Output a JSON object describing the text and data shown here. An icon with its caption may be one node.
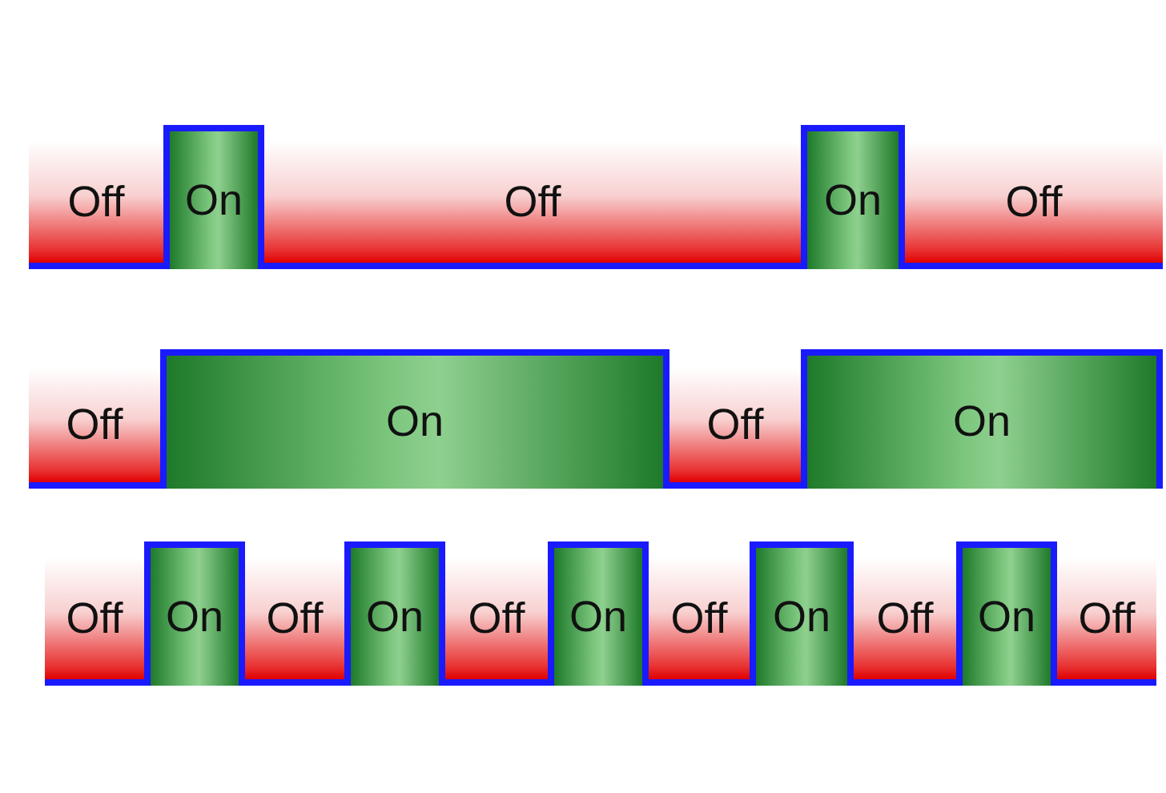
{
  "diagram": {
    "nodes": [
      {
        "text": [
          "Off"
        ]
      },
      {
        "text": [
          "On"
        ]
      },
      {
        "text": [
          "Off"
        ]
      },
      {
        "text": [
          "On"
        ]
      },
      {
        "text": [
          "Off"
        ]
      },
      {
        "text": [
          "Off"
        ]
      },
      {
        "text": [
          "On"
        ]
      },
      {
        "text": [
          "Off"
        ]
      },
      {
        "text": [
          "On"
        ]
      },
      {
        "text": [
          "Off"
        ]
      },
      {
        "text": [
          "On"
        ]
      },
      {
        "text": [
          "Off"
        ]
      },
      {
        "text": [
          "On"
        ]
      },
      {
        "text": [
          "Off"
        ]
      },
      {
        "text": [
          "On"
        ]
      },
      {
        "text": [
          "Off"
        ]
      },
      {
        "text": [
          "On"
        ]
      },
      {
        "text": [
          "Off"
        ]
      },
      {
        "text": [
          "On"
        ]
      },
      {
        "text": [
          "Off"
        ]
      }
    ]
  }
}
